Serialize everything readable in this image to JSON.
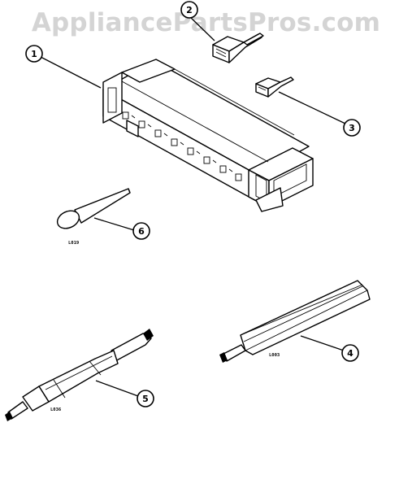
{
  "watermark": "AppliancePartsPros.com",
  "callouts": [
    "1",
    "2",
    "3",
    "4",
    "5",
    "6"
  ],
  "codes": {
    "insertion_tool": "L019",
    "extraction_tool": "L003",
    "double_tool": "L036"
  },
  "colors": {
    "line": "#000000",
    "watermark": "#d4d4d4",
    "background": "#ffffff"
  }
}
